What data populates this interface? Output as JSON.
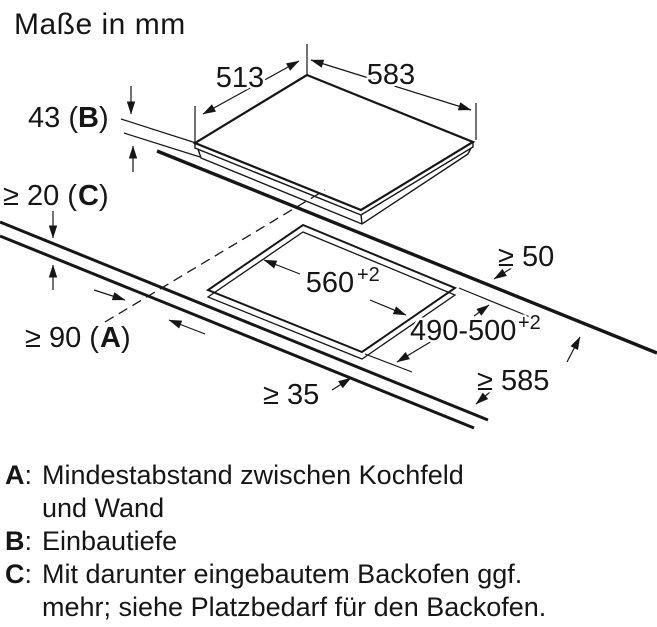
{
  "title": "Maße in mm",
  "diagram": {
    "dims": {
      "depth_top": "513",
      "width_top": "583",
      "build_depth": {
        "pre": "43 (",
        "key": "B",
        "post": ")"
      },
      "clearance_below": {
        "pre": "≥ 20 (",
        "key": "C",
        "post": ")"
      },
      "wall_distance": {
        "pre": "≥ 90 (",
        "key": "A",
        "post": ")"
      },
      "side_right": "≥ 50",
      "front_web": "≥ 35",
      "worktop_depth": "≥ 585",
      "cutout_width": {
        "base": "560",
        "sup": "+2"
      },
      "cutout_depth": {
        "base": "490-500",
        "sup": "+2"
      }
    }
  },
  "legend": {
    "items": [
      {
        "key": "A",
        "colon": ":",
        "line1": "Mindestabstand zwischen Kochfeld",
        "line2": "und Wand"
      },
      {
        "key": "B",
        "colon": ":",
        "line1": "Einbautiefe",
        "line2": ""
      },
      {
        "key": "C",
        "colon": ":",
        "line1": "Mit darunter eingebautem Backofen ggf.",
        "line2": "mehr; siehe Platzbedarf für den Backofen."
      }
    ]
  }
}
